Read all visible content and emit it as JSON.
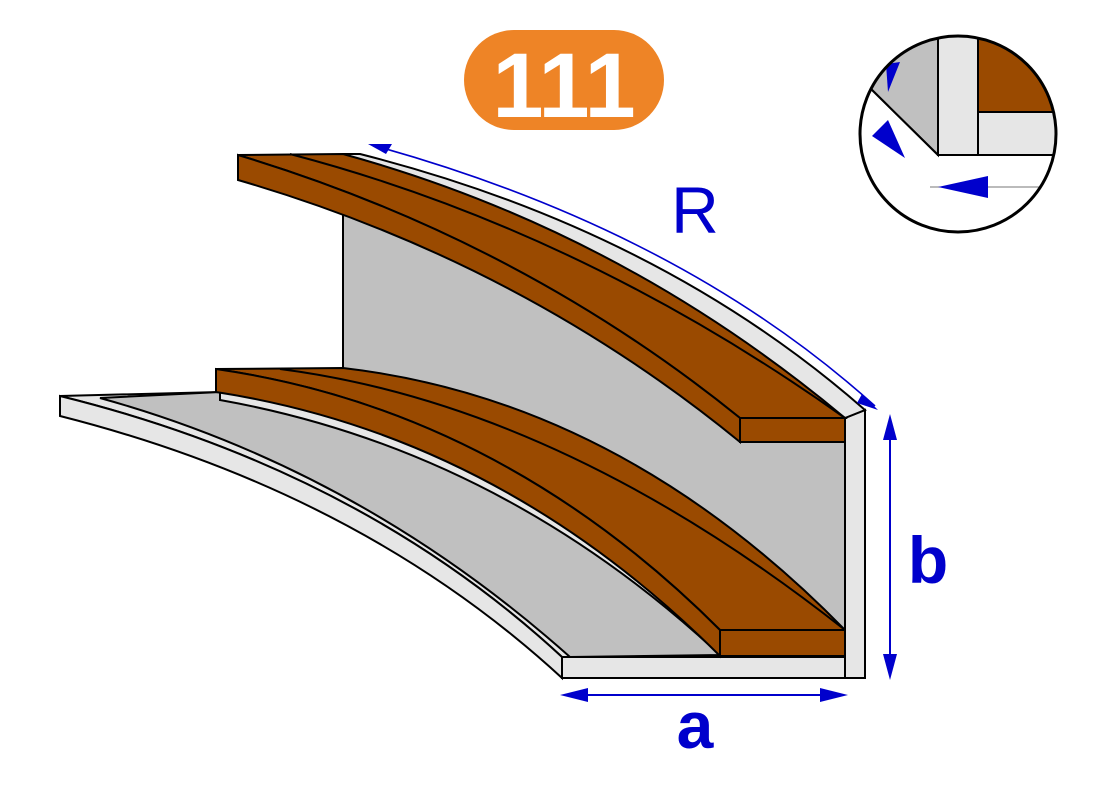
{
  "badge": {
    "text": "111",
    "color": "#EE8426",
    "text_color": "#ffffff"
  },
  "labels": {
    "radius": "R",
    "width": "a",
    "height": "b"
  },
  "colors": {
    "wood": "#9A4A00",
    "panel": "#C0C0C0",
    "edge": "#E6E6E6",
    "dimension": "#0000CC",
    "outline": "#000000"
  },
  "detail_inset": {
    "icon": "corner-detail-magnifier"
  }
}
